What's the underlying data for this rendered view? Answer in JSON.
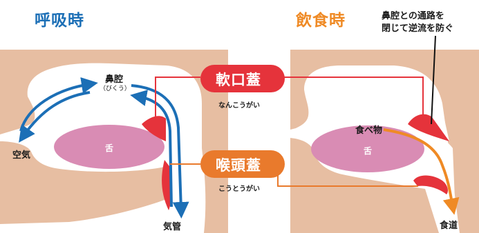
{
  "titles": {
    "breathing": "呼吸時",
    "eating": "飲食時"
  },
  "annotation": {
    "line1": "鼻腔との通路を",
    "line2": "閉じて逆流を防ぐ"
  },
  "left_panel": {
    "nasal_cavity": "鼻腔",
    "nasal_cavity_reading": "（びくう）",
    "air": "空気",
    "tongue": "舌",
    "trachea": "気管"
  },
  "right_panel": {
    "food": "食べ物",
    "tongue": "舌",
    "esophagus": "食道"
  },
  "callouts": {
    "soft_palate": "軟口蓋",
    "soft_palate_reading": "なんこうがい",
    "epiglottis": "喉頭蓋",
    "epiglottis_reading": "こうとうがい"
  },
  "colors": {
    "skin": "#e7bea2",
    "tongue": "#d98cb4",
    "red": "#e5333b",
    "blue": "#1c6fb6",
    "orange": "#ef8a25"
  }
}
